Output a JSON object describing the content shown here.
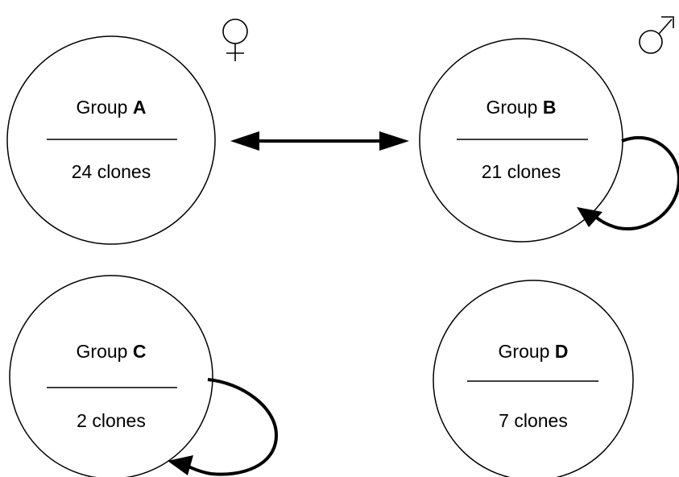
{
  "groups": {
    "a": {
      "prefix": "Group ",
      "letter": "A",
      "count": "24 clones"
    },
    "b": {
      "prefix": "Group ",
      "letter": "B",
      "count": "21 clones"
    },
    "c": {
      "prefix": "Group ",
      "letter": "C",
      "count": "2 clones"
    },
    "d": {
      "prefix": "Group ",
      "letter": "D",
      "count": "7 clones"
    }
  },
  "symbols": {
    "female": "female-symbol-icon",
    "male": "male-symbol-icon"
  },
  "edges": [
    {
      "from": "A",
      "to": "B",
      "type": "bidirectional"
    },
    {
      "from": "B",
      "to": "B",
      "type": "self-loop"
    },
    {
      "from": "C",
      "to": "C",
      "type": "self-loop"
    }
  ]
}
